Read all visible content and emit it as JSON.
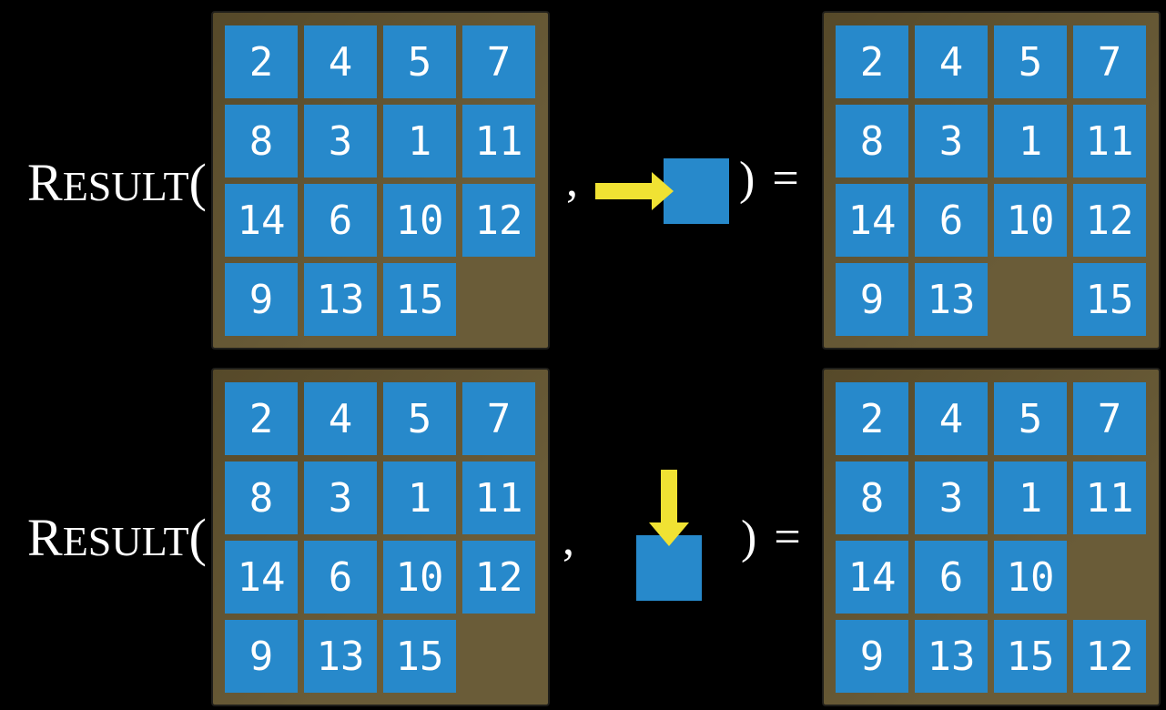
{
  "colors": {
    "background": "#000000",
    "board": "#6a5c38",
    "tile": "#2789cb",
    "arrow": "#f0e233",
    "text": "#ffffff"
  },
  "equations": [
    {
      "function": {
        "initial": "R",
        "small": "ESULT",
        "open_paren": "("
      },
      "comma": ",",
      "move": {
        "icon": "arrow-right",
        "direction": "right"
      },
      "close_equals": ") =",
      "input_board": [
        [
          "2",
          "4",
          "5",
          "7"
        ],
        [
          "8",
          "3",
          "1",
          "11"
        ],
        [
          "14",
          "6",
          "10",
          "12"
        ],
        [
          "9",
          "13",
          "15",
          ""
        ]
      ],
      "output_board": [
        [
          "2",
          "4",
          "5",
          "7"
        ],
        [
          "8",
          "3",
          "1",
          "11"
        ],
        [
          "14",
          "6",
          "10",
          "12"
        ],
        [
          "9",
          "13",
          "",
          "15"
        ]
      ]
    },
    {
      "function": {
        "initial": "R",
        "small": "ESULT",
        "open_paren": "("
      },
      "comma": ",",
      "move": {
        "icon": "arrow-down",
        "direction": "down"
      },
      "close_equals": ") =",
      "input_board": [
        [
          "2",
          "4",
          "5",
          "7"
        ],
        [
          "8",
          "3",
          "1",
          "11"
        ],
        [
          "14",
          "6",
          "10",
          "12"
        ],
        [
          "9",
          "13",
          "15",
          ""
        ]
      ],
      "output_board": [
        [
          "2",
          "4",
          "5",
          "7"
        ],
        [
          "8",
          "3",
          "1",
          "11"
        ],
        [
          "14",
          "6",
          "10",
          ""
        ],
        [
          "9",
          "13",
          "15",
          "12"
        ]
      ]
    }
  ]
}
